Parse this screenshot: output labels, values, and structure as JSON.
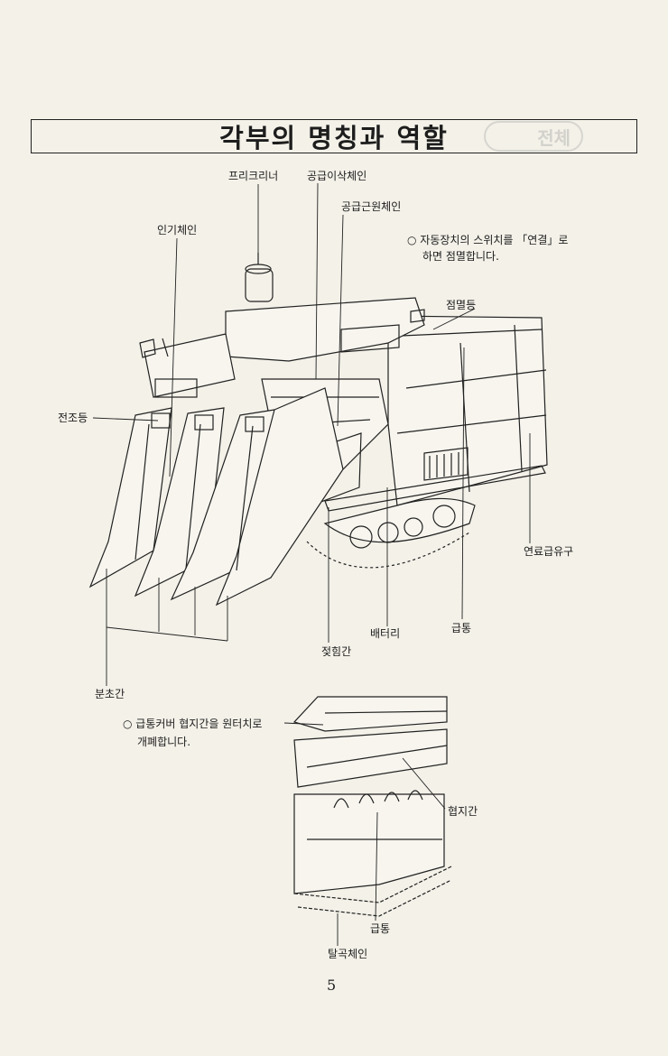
{
  "title": "각부의 명칭과 역할",
  "ghost_stamp": "전체",
  "labels": {
    "pre_cleaner": "프리크리너",
    "supply_transplant_chain": "공급이삭체인",
    "supply_root_chain": "공급근원체인",
    "pulling_chain": "인기체인",
    "headlight": "전조등",
    "indicator_lamp": "점멸등",
    "fuel_inlet": "연료급유구",
    "battery": "배터리",
    "feed_drum": "급통",
    "tilt_bar": "젖힘간",
    "divider": "분초간",
    "holder_bar": "협지간",
    "feed_drum_2": "급통",
    "threshing_chain": "탈곡체인"
  },
  "notes": {
    "auto_switch_line1": "○ 자동장치의 스위치를 「연결」로",
    "auto_switch_line2": "하면 점멸합니다.",
    "cover_line1": "○ 급통커버 협지간을 원터치로",
    "cover_line2": "개폐합니다."
  },
  "page_number": "5"
}
